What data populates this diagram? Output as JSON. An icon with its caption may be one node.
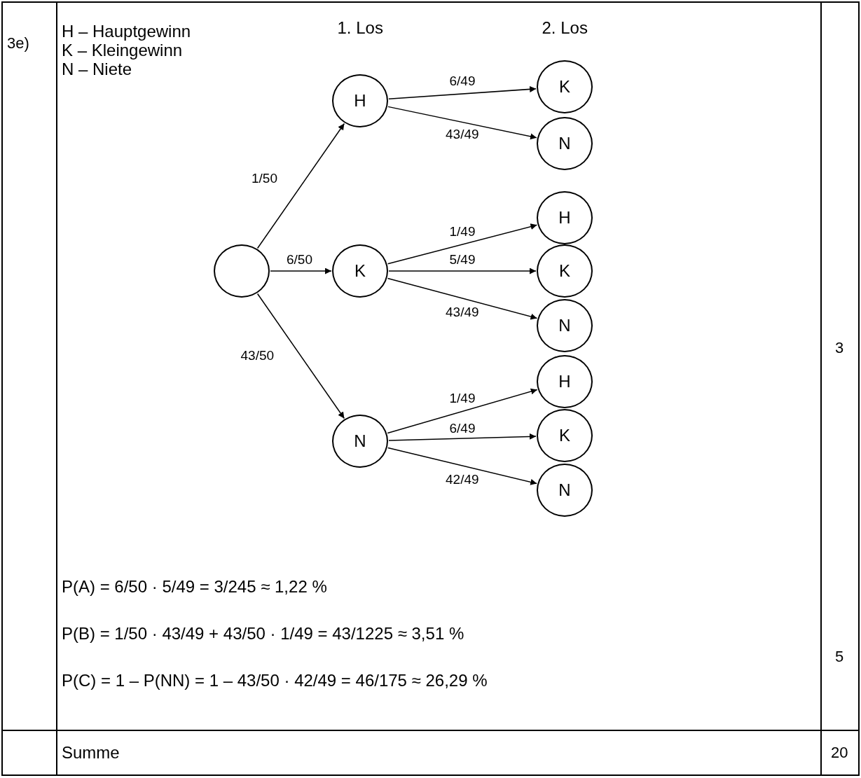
{
  "diagram": {
    "nodes": [
      {
        "text": [],
        "shape": "circle"
      },
      {
        "text": [
          "H"
        ]
      },
      {
        "text": [
          "K"
        ]
      },
      {
        "text": [
          "N"
        ]
      },
      {
        "text": [
          "K"
        ]
      },
      {
        "text": [
          "N"
        ]
      },
      {
        "text": [
          "H"
        ]
      },
      {
        "text": [
          "K"
        ]
      },
      {
        "text": [
          "N"
        ]
      },
      {
        "text": [
          "H"
        ]
      },
      {
        "text": [
          "K"
        ]
      },
      {
        "text": [
          "N"
        ]
      }
    ],
    "edges": [
      {
        "from": 0,
        "to": 1,
        "arrow": "to",
        "label": "1/50"
      },
      {
        "from": 0,
        "to": 2,
        "arrow": "to",
        "label": "6/50"
      },
      {
        "from": 0,
        "to": 3,
        "arrow": "to",
        "label": "43/50"
      },
      {
        "from": 1,
        "to": 4,
        "arrow": "to",
        "label": "6/49"
      },
      {
        "from": 1,
        "to": 5,
        "arrow": "to",
        "label": "43/49"
      },
      {
        "from": 2,
        "to": 6,
        "arrow": "to",
        "label": "1/49"
      },
      {
        "from": 2,
        "to": 7,
        "arrow": "to",
        "label": "5/49"
      },
      {
        "from": 2,
        "to": 8,
        "arrow": "to",
        "label": "43/49"
      },
      {
        "from": 3,
        "to": 9,
        "arrow": "to",
        "label": "1/49"
      },
      {
        "from": 3,
        "to": 10,
        "arrow": "to",
        "label": "6/49"
      },
      {
        "from": 3,
        "to": 11,
        "arrow": "to",
        "label": "42/49"
      }
    ],
    "labels": [
      "3e)",
      "H – Hauptgewinn",
      "K – Kleingewinn",
      "N – Niete",
      "1. Los",
      "2. Los",
      "3",
      "P(A) = 6/50 · 5/49 = 3/245 ≈ 1,22 %",
      "P(B) = 1/50 · 43/49 + 43/50 · 1/49 = 43/1225 ≈ 3,51 %",
      "P(C) = 1 – P(NN) = 1 – 43/50 · 42/49 = 46/175 ≈ 26,29 %",
      "5",
      "Summe",
      "20"
    ]
  }
}
